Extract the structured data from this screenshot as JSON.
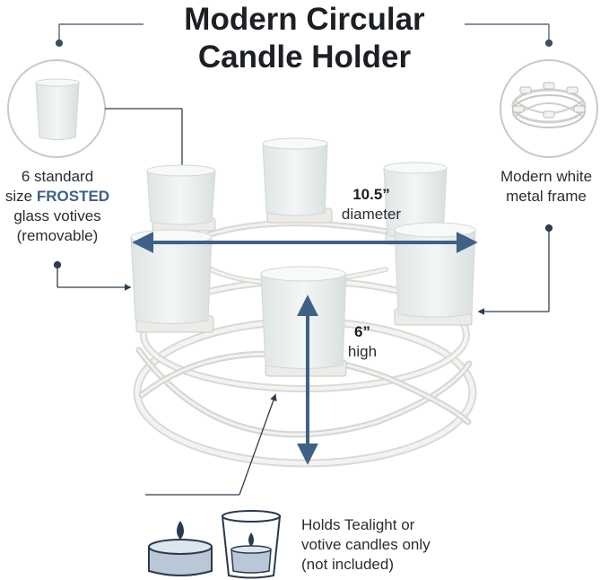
{
  "title": {
    "line1": "Modern Circular",
    "line2": "Candle Holder"
  },
  "left_callout": {
    "line1": "6 standard",
    "line2_prefix": "size ",
    "line2_emphasis": "FROSTED",
    "line3": "glass votives",
    "line4": "(removable)"
  },
  "right_callout": {
    "line1": "Modern white",
    "line2": "metal frame"
  },
  "diameter": {
    "value": "10.5”",
    "label": "diameter"
  },
  "height": {
    "value": "6”",
    "label": "high"
  },
  "bottom_callout": {
    "line1": "Holds Tealight or",
    "line2": "votive candles only",
    "line3": "(not included)"
  },
  "colors": {
    "accent": "#3f6186",
    "leader": "#3a4f66",
    "frame": "#e8e8e6",
    "glass": "#eef1f1"
  }
}
